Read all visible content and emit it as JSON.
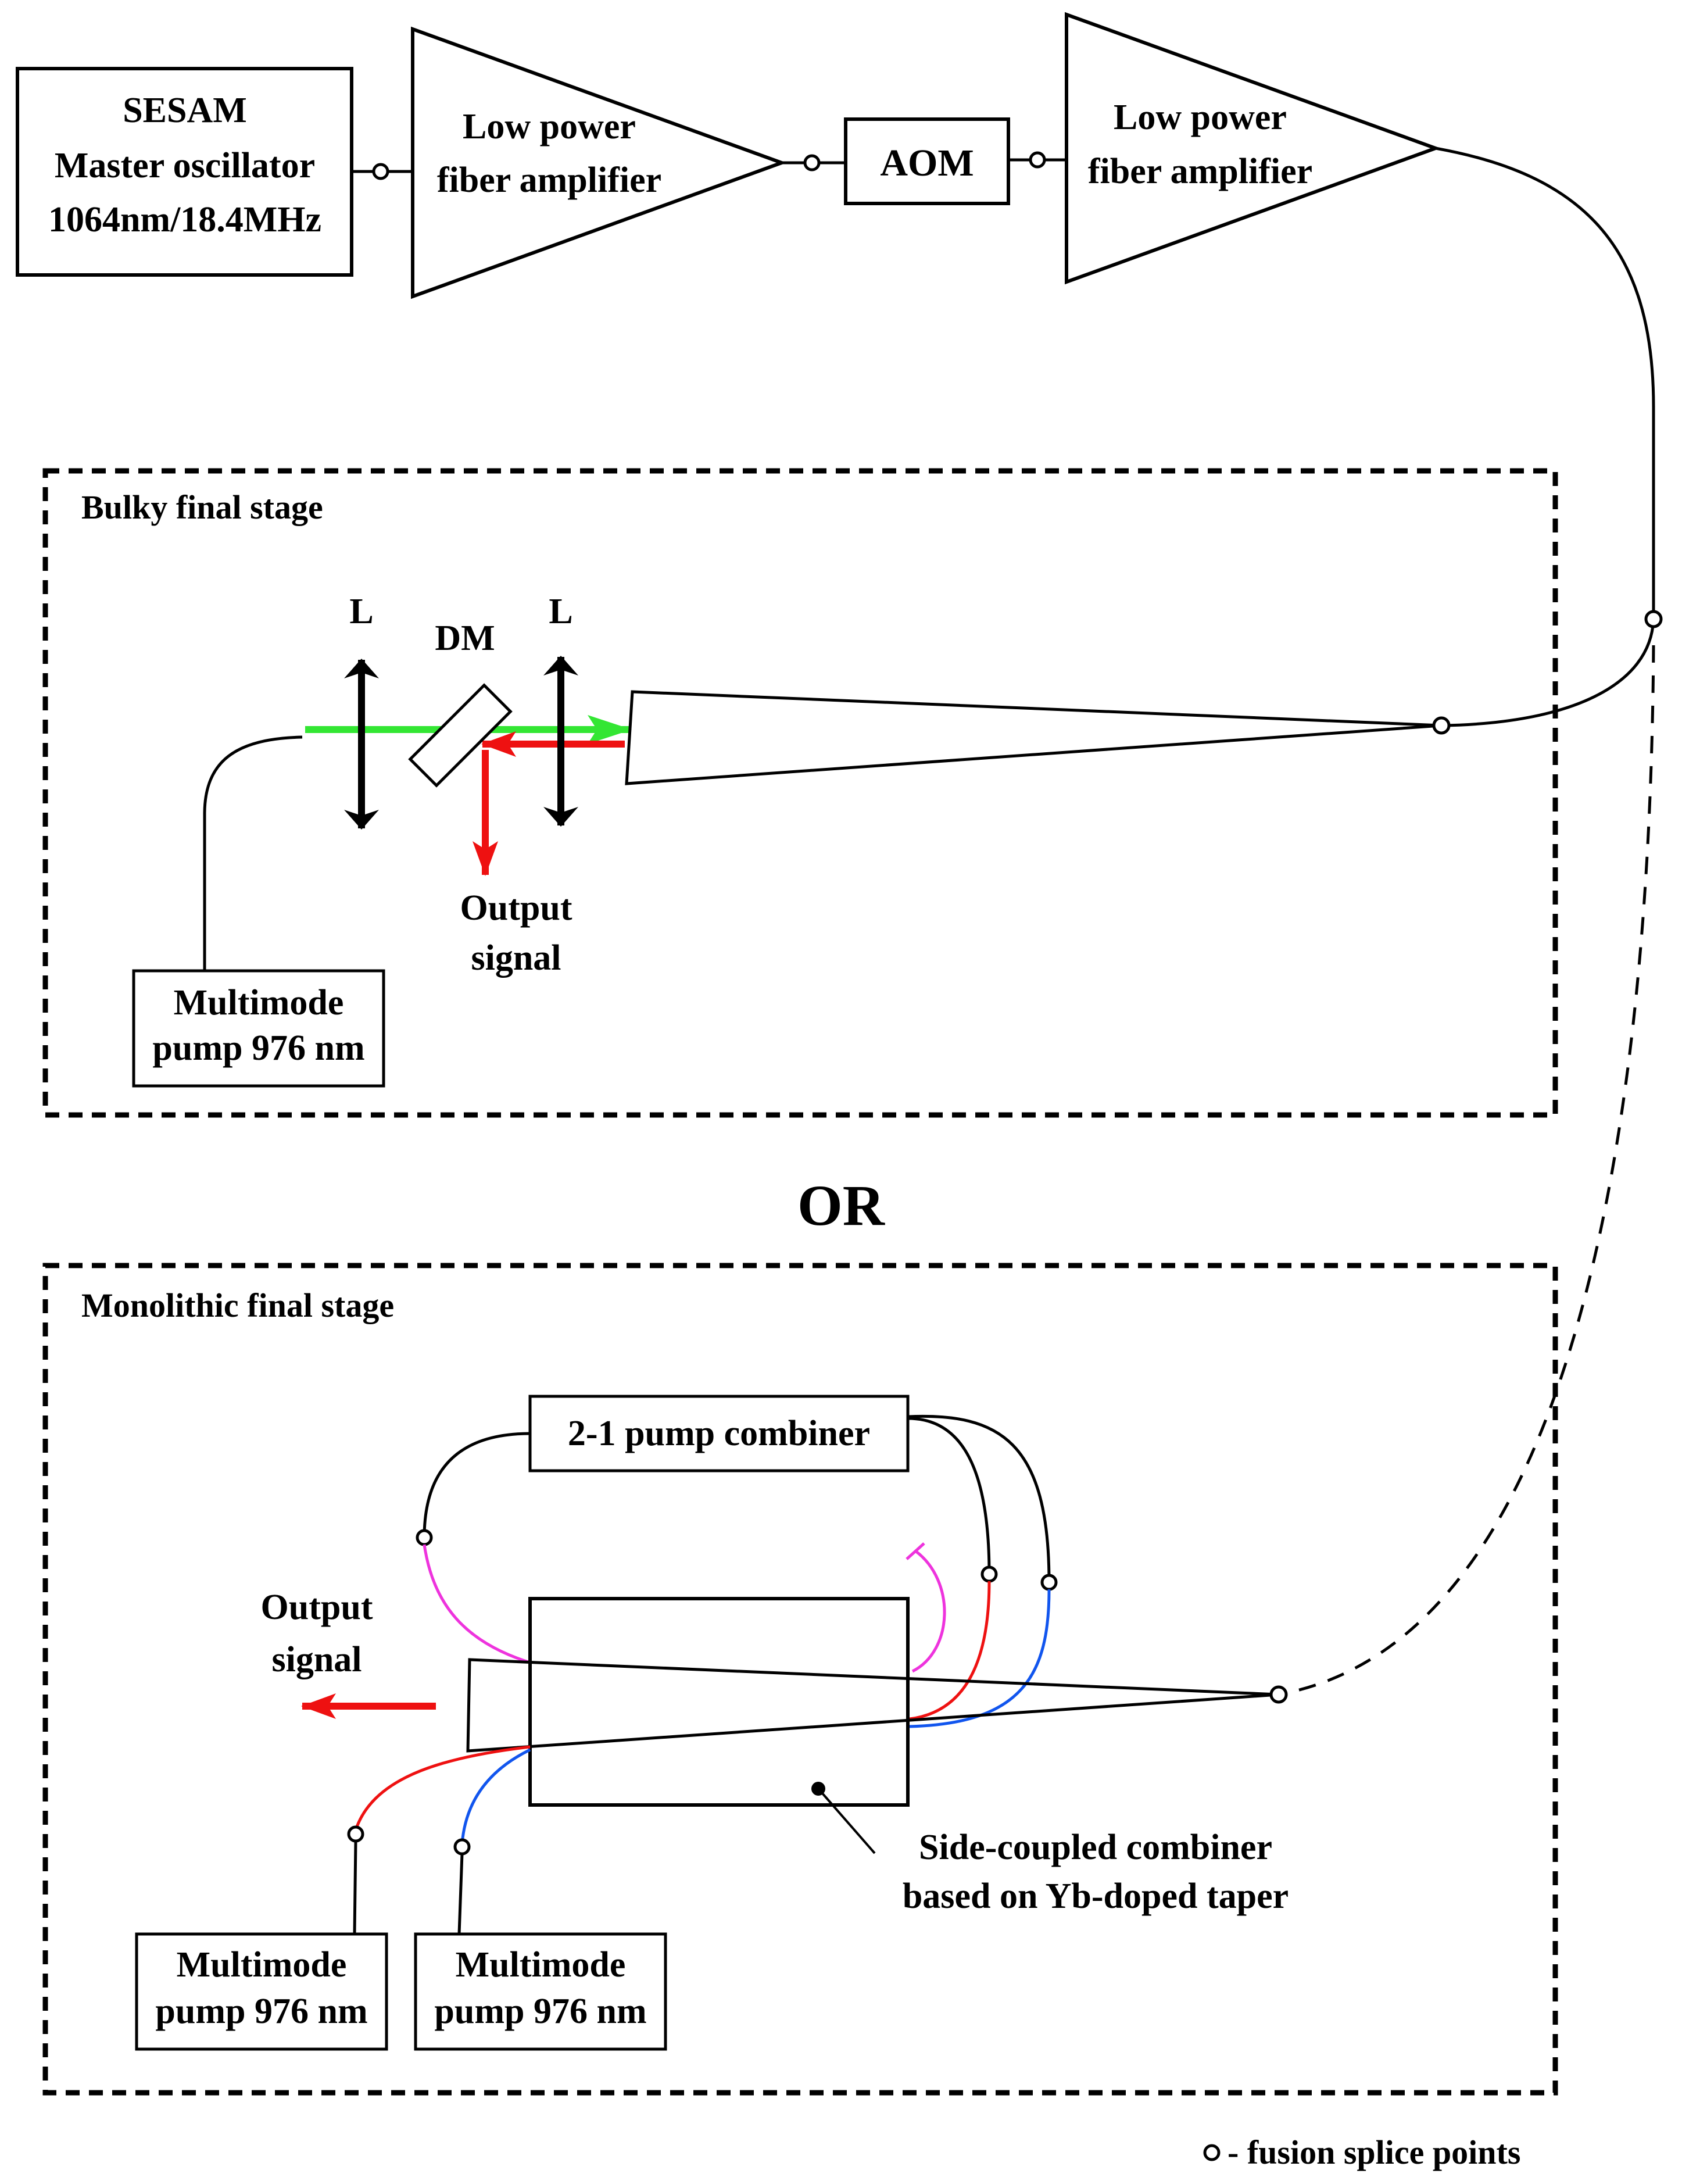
{
  "top_chain": {
    "oscillator": [
      "SESAM",
      "Master oscillator",
      "1064nm/18.4MHz"
    ],
    "amplifier_1": [
      "Low power",
      "fiber amplifier"
    ],
    "aom": "AOM",
    "amplifier_2": [
      "Low power",
      "fiber amplifier"
    ]
  },
  "bulky_stage": {
    "title": "Bulky final stage",
    "lens_1": "L",
    "dichroic_mirror": "DM",
    "lens_2": "L",
    "output": [
      "Output",
      "signal"
    ],
    "pump": [
      "Multimode",
      "pump 976 nm"
    ]
  },
  "separator": "OR",
  "monolithic_stage": {
    "title": "Monolithic final stage",
    "combiner": "2-1 pump combiner",
    "output": [
      "Output",
      "signal"
    ],
    "side_coupled": [
      "Side-coupled combiner",
      "based on Yb-doped taper"
    ],
    "pump_1": [
      "Multimode",
      "pump 976 nm"
    ],
    "pump_2": [
      "Multimode",
      "pump 976 nm"
    ]
  },
  "legend": "- fusion splice points",
  "colors": {
    "green_pump": "#33e633",
    "red_signal": "#ee1111",
    "magenta_fiber": "#ee33dd",
    "blue_fiber": "#1155ee",
    "black": "#000000"
  }
}
